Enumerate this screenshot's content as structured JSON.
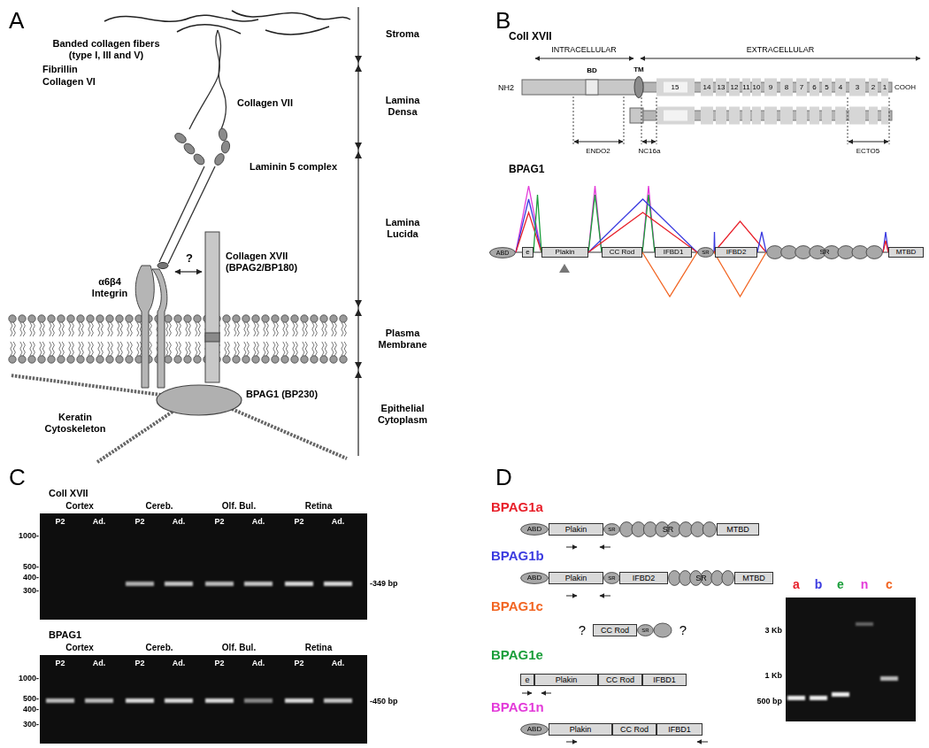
{
  "diagram": {
    "nodes": [
      {
        "text": [
          "ABD"
        ]
      },
      {
        "text": [
          "e"
        ]
      },
      {
        "text": [
          "Plakin"
        ]
      },
      {
        "text": [
          "CC Rod"
        ]
      },
      {
        "text": [
          "IFBD1"
        ]
      },
      {
        "text": [
          "SR"
        ]
      },
      {
        "text": [
          "IFBD2"
        ]
      },
      {
        "text": [
          "SR"
        ]
      },
      {
        "text": [
          "MTBD"
        ]
      },
      {
        "text": [
          "ABD"
        ]
      },
      {
        "text": [
          "Plakin"
        ]
      },
      {
        "text": [
          "SR"
        ]
      },
      {
        "text": [
          "SR"
        ]
      },
      {
        "text": [
          "MTBD"
        ]
      },
      {
        "text": [
          "ABD"
        ]
      },
      {
        "text": [
          "Plakin"
        ]
      },
      {
        "text": [
          "SR"
        ]
      },
      {
        "text": [
          "IFBD2"
        ]
      },
      {
        "text": [
          "SR"
        ]
      },
      {
        "text": [
          "MTBD"
        ]
      },
      {
        "text": [
          "CC Rod"
        ]
      },
      {
        "text": [
          "SR"
        ]
      },
      {
        "text": [
          "e"
        ]
      },
      {
        "text": [
          "Plakin"
        ]
      },
      {
        "text": [
          "CC Rod"
        ]
      },
      {
        "text": [
          "IFBD1"
        ]
      },
      {
        "text": [
          "ABD"
        ]
      },
      {
        "text": [
          "Plakin"
        ]
      },
      {
        "text": [
          "CC Rod"
        ]
      },
      {
        "text": [
          "IFBD1"
        ]
      }
    ],
    "edges": [
      {
        "from": 0,
        "to": 2,
        "arrow": "none"
      },
      {
        "from": 0,
        "to": 2,
        "arrow": "none"
      },
      {
        "from": 0,
        "to": 2,
        "arrow": "none"
      },
      {
        "from": 1,
        "to": 2,
        "arrow": "none"
      },
      {
        "from": 2,
        "to": 3,
        "arrow": "none"
      },
      {
        "from": 2,
        "to": 3,
        "arrow": "none"
      },
      {
        "from": 3,
        "to": 4,
        "arrow": "none"
      },
      {
        "from": 3,
        "to": 4,
        "arrow": "none"
      },
      {
        "from": 2,
        "to": 5,
        "arrow": "none"
      },
      {
        "from": 2,
        "to": 5,
        "arrow": "none"
      },
      {
        "from": 3,
        "to": 5,
        "arrow": "none"
      },
      {
        "from": 5,
        "to": 6,
        "arrow": "none"
      },
      {
        "from": 5,
        "to": 7,
        "arrow": "none"
      },
      {
        "from": 6,
        "to": 7,
        "arrow": "none"
      },
      {
        "from": 5,
        "to": 7,
        "arrow": "none"
      },
      {
        "from": 7,
        "to": 8,
        "arrow": "none"
      },
      {
        "from": 7,
        "to": 8,
        "arrow": "none"
      }
    ],
    "labels": [
      "A",
      "Banded collagen fibers (type I, III and V)",
      "Fibrillin",
      "Collagen VI",
      "Stroma",
      "Collagen VII",
      "Laminin 5 complex",
      "Lamina Densa",
      "α6β4 Integrin",
      "?",
      "Collagen XVII (BPAG2/BP180)",
      "Lamina Lucida",
      "Plasma Membrane",
      "BPAG1 (BP230)",
      "Keratin Cytoskeleton",
      "Epithelial Cytoplasm",
      "B",
      "Coll XVII",
      "INTRACELLULAR",
      "EXTRACELLULAR",
      "NH2",
      "BD",
      "TM",
      "15",
      "14",
      "13",
      "12",
      "11",
      "10",
      "9",
      "8",
      "7",
      "6",
      "5",
      "4",
      "3",
      "2",
      "1",
      "COOH",
      "ENDO2",
      "NC16a",
      "ECTO5",
      "BPAG1",
      "C",
      "Coll XVII",
      "Cortex",
      "Cereb.",
      "Olf. Bul.",
      "Retina",
      "P2",
      "Ad.",
      "P2",
      "Ad.",
      "P2",
      "Ad.",
      "P2",
      "Ad.",
      "1000-",
      "500-",
      "400-",
      "300-",
      "-349 bp",
      "BPAG1",
      "Cortex",
      "Cereb.",
      "Olf. Bul.",
      "Retina",
      "P2",
      "Ad.",
      "P2",
      "Ad.",
      "P2",
      "Ad.",
      "P2",
      "Ad.",
      "1000-",
      "500-",
      "400-",
      "300-",
      "-450 bp",
      "D",
      "BPAG1a",
      "BPAG1b",
      "BPAG1c",
      "?",
      "?",
      "BPAG1e",
      "BPAG1n",
      "a",
      "b",
      "e",
      "n",
      "c",
      "3 Kb",
      "1 Kb",
      "500 bp"
    ]
  }
}
